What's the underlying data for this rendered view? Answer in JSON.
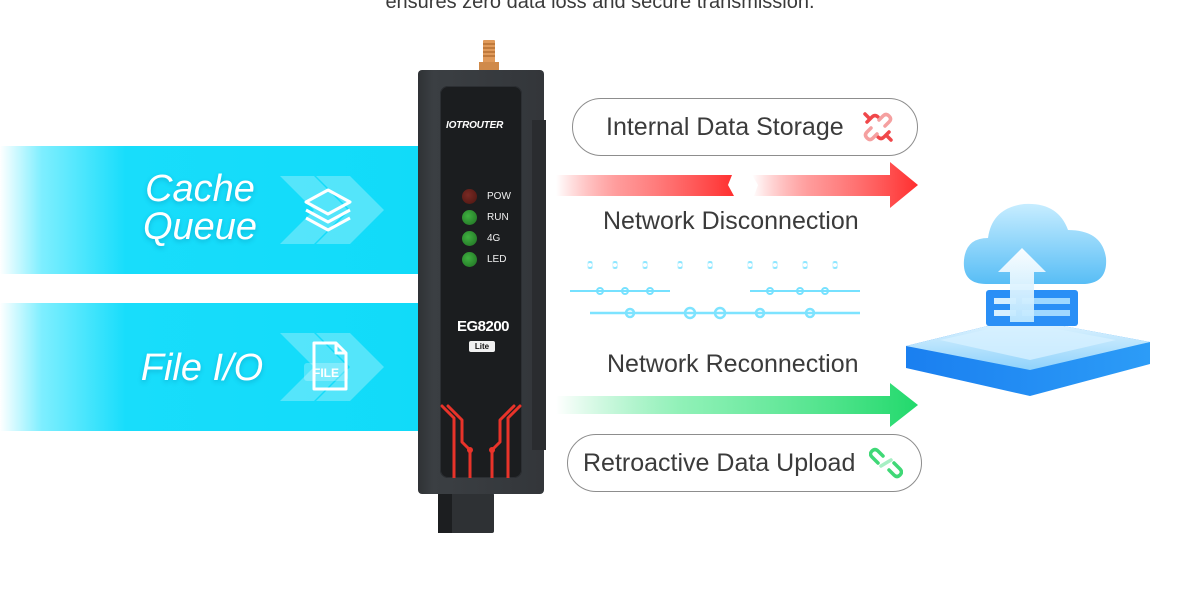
{
  "header": {
    "caption": "ensures zero data loss and secure transmission."
  },
  "left_panel": {
    "cache_queue": {
      "label_line1": "Cache",
      "label_line2": "Queue",
      "icon": "layers-icon"
    },
    "file_io": {
      "label": "File I/O",
      "icon": "file-icon",
      "icon_text": "FILE"
    },
    "band_color": "#12dcf9"
  },
  "device": {
    "brand": "IOTROUTER",
    "indicators": [
      {
        "label": "POW",
        "state": "off",
        "color": "#6a2520"
      },
      {
        "label": "RUN",
        "state": "on",
        "color": "#35a838"
      },
      {
        "label": "4G",
        "state": "on",
        "color": "#35a838"
      },
      {
        "label": "LED",
        "state": "on",
        "color": "#35a838"
      }
    ],
    "model": "EG8200",
    "model_variant": "Lite",
    "accent_color": "#e8332a"
  },
  "flow": {
    "internal_storage": {
      "label": "Internal Data Storage",
      "icon": "broken-link-icon",
      "icon_color": "#f0474a"
    },
    "disconnect": {
      "label": "Network Disconnection",
      "arrow_color": "#ff3b3b"
    },
    "reconnect": {
      "label": "Network Reconnection",
      "arrow_color": "#2fe07a"
    },
    "retro_upload": {
      "label": "Retroactive Data Upload",
      "icon": "link-icon",
      "icon_color": "#3fd876"
    }
  },
  "cloud": {
    "icon": "cloud-upload-server-icon",
    "color": "#2aa8f5"
  }
}
